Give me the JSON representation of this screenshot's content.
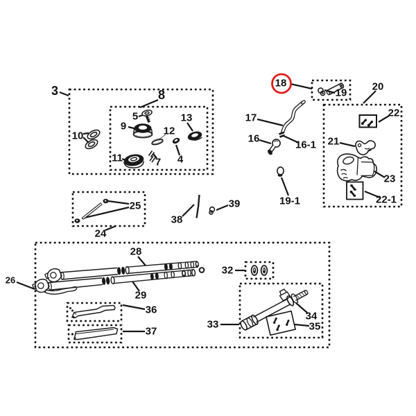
{
  "diagram": {
    "type": "exploded-parts-diagram",
    "background_color": "#ffffff",
    "line_color": "#1c1c1c",
    "highlight_color": "#e01d1d",
    "highlighted_part": "18"
  },
  "labels": {
    "3": "3",
    "8": "8",
    "5": "5",
    "9": "9",
    "10": "10",
    "11": "11",
    "12": "12",
    "13": "13",
    "7": "7",
    "4": "4",
    "16": "16",
    "16-1": "16-1",
    "17": "17",
    "18": "18",
    "19": "19",
    "19-1": "19-1",
    "20": "20",
    "21": "21",
    "22": "22",
    "22-1": "22-1",
    "23": "23",
    "24": "24",
    "25": "25",
    "26": "26",
    "28": "28",
    "29": "29",
    "32": "32",
    "33": "33",
    "34": "34",
    "35": "35",
    "36": "36",
    "37": "37",
    "38": "38",
    "39": "39"
  },
  "groups": [
    {
      "id": "3",
      "style": "dotted"
    },
    {
      "id": "8",
      "style": "dotted"
    },
    {
      "id": "19",
      "style": "dotted"
    },
    {
      "id": "20",
      "style": "dotted"
    },
    {
      "id": "24",
      "style": "dotted"
    },
    {
      "id": "26",
      "style": "dotted"
    },
    {
      "id": "32",
      "style": "dotted"
    },
    {
      "id": "33",
      "style": "dotted"
    },
    {
      "id": "36",
      "style": "dotted"
    },
    {
      "id": "37",
      "style": "dotted"
    },
    {
      "id": "22",
      "style": "solid"
    },
    {
      "id": "22-1",
      "style": "solid"
    },
    {
      "id": "35",
      "style": "solid"
    }
  ]
}
